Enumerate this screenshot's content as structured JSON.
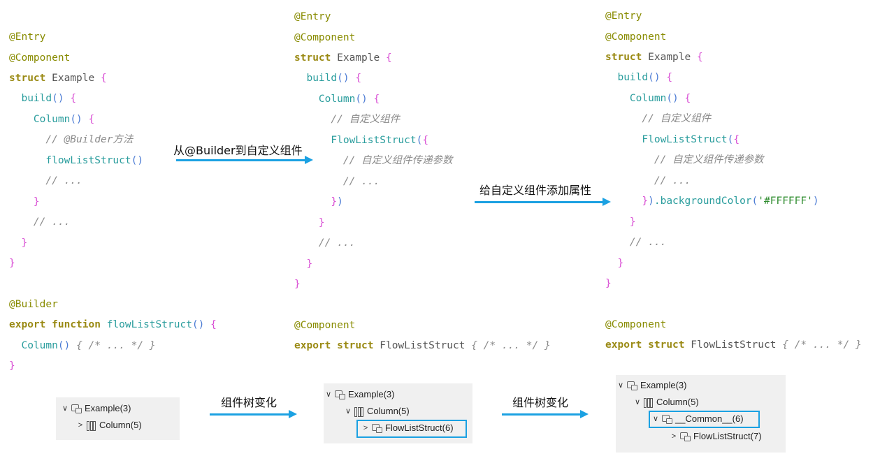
{
  "colors": {
    "accent": "#1ba1e2",
    "tree_bg": "#f0f0f0"
  },
  "panel1": {
    "entry": "@Entry",
    "component": "@Component",
    "kw_struct": "struct",
    "struct_name": "Example",
    "brace_open": "{",
    "build": "build",
    "column": "Column",
    "comment_builder": "// @Builder方法",
    "call_flow": "flowListStruct",
    "comment_ellipsis": "// ...",
    "brace_close": "}",
    "builder": "@Builder",
    "kw_export": "export",
    "kw_function": "function",
    "fn_name": "flowListStruct",
    "column_body": "{ /* ... */ }"
  },
  "panel2": {
    "entry": "@Entry",
    "component": "@Component",
    "kw_struct": "struct",
    "struct_name": "Example",
    "build": "build",
    "column": "Column",
    "comment_custom": "// 自定义组件",
    "flowlist": "FlowListStruct",
    "comment_param": "// 自定义组件传递参数",
    "comment_ellipsis": "// ...",
    "component2": "@Component",
    "kw_export": "export",
    "struct_decl_name": "FlowListStruct",
    "struct_body": "{ /* ... */ }"
  },
  "panel3": {
    "entry": "@Entry",
    "component": "@Component",
    "kw_struct": "struct",
    "struct_name": "Example",
    "build": "build",
    "column": "Column",
    "comment_custom": "// 自定义组件",
    "flowlist": "FlowListStruct",
    "comment_param": "// 自定义组件传递参数",
    "comment_ellipsis": "// ...",
    "bg_method": ".backgroundColor",
    "bg_value": "'#FFFFFF'",
    "component2": "@Component",
    "kw_export": "export",
    "struct_decl_name": "FlowListStruct",
    "struct_body": "{ /* ... */ }"
  },
  "arrows": {
    "a1": "从@Builder到自定义组件",
    "a2": "给自定义组件添加属性",
    "a3": "组件树变化",
    "a4": "组件树变化"
  },
  "tree1": [
    {
      "label": "Example(3)",
      "chevron": "v",
      "icon": "component-icon"
    },
    {
      "label": "Column(5)",
      "chevron": ">",
      "icon": "column-icon"
    }
  ],
  "tree2": [
    {
      "label": "Example(3)",
      "chevron": "v",
      "icon": "component-icon"
    },
    {
      "label": "Column(5)",
      "chevron": "v",
      "icon": "column-icon"
    },
    {
      "label": "FlowListStruct(6)",
      "chevron": ">",
      "icon": "component-icon",
      "highlighted": true
    }
  ],
  "tree3": [
    {
      "label": "Example(3)",
      "chevron": "v",
      "icon": "component-icon"
    },
    {
      "label": "Column(5)",
      "chevron": "v",
      "icon": "column-icon"
    },
    {
      "label": "__Common__(6)",
      "chevron": "v",
      "icon": "component-icon",
      "highlighted": true
    },
    {
      "label": "FlowListStruct(7)",
      "chevron": ">",
      "icon": "component-icon"
    }
  ]
}
